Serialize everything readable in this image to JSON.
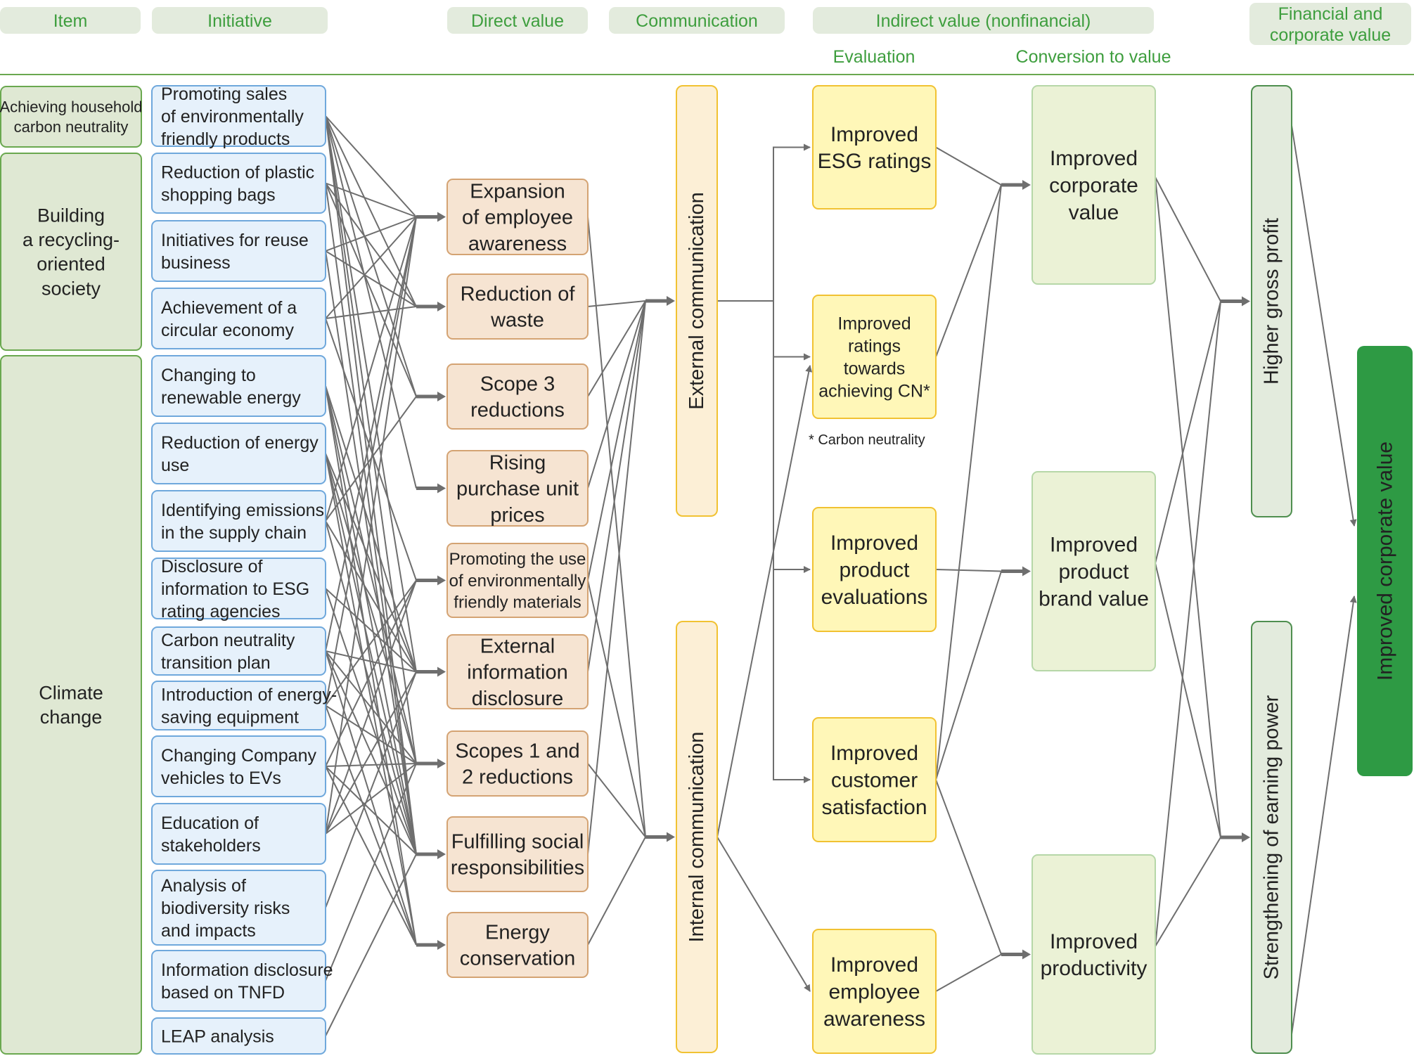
{
  "headers": {
    "item": "Item",
    "initiative": "Initiative",
    "direct_value": "Direct value",
    "communication": "Communication",
    "indirect_value": "Indirect value (nonfinancial)",
    "evaluation": "Evaluation",
    "conversion": "Conversion to value",
    "financial": [
      "Financial and",
      "corporate value"
    ]
  },
  "items": [
    {
      "id": "i1",
      "lines": [
        "Achieving household",
        "carbon neutrality"
      ]
    },
    {
      "id": "i2",
      "lines": [
        "Building",
        "a recycling-",
        "oriented",
        "society"
      ]
    },
    {
      "id": "i3",
      "lines": [
        "Climate",
        "change"
      ]
    }
  ],
  "initiatives": [
    {
      "id": "n1",
      "lines": [
        "Promoting sales",
        "of environmentally",
        "friendly products"
      ]
    },
    {
      "id": "n2",
      "lines": [
        "Reduction of plastic",
        "shopping bags"
      ]
    },
    {
      "id": "n3",
      "lines": [
        "Initiatives for reuse",
        "business"
      ]
    },
    {
      "id": "n4",
      "lines": [
        "Achievement of a",
        "circular economy"
      ]
    },
    {
      "id": "n5",
      "lines": [
        "Changing to",
        "renewable energy"
      ]
    },
    {
      "id": "n6",
      "lines": [
        "Reduction of energy",
        "use"
      ]
    },
    {
      "id": "n7",
      "lines": [
        "Identifying emissions",
        "in the supply chain"
      ]
    },
    {
      "id": "n8",
      "lines": [
        "Disclosure of",
        "information to ESG",
        "rating agencies"
      ]
    },
    {
      "id": "n9",
      "lines": [
        "Carbon neutrality",
        "transition plan"
      ]
    },
    {
      "id": "n10",
      "lines": [
        "Introduction of energy-",
        "saving equipment"
      ]
    },
    {
      "id": "n11",
      "lines": [
        "Changing Company",
        "vehicles to EVs"
      ]
    },
    {
      "id": "n12",
      "lines": [
        "Education of",
        "stakeholders"
      ]
    },
    {
      "id": "n13",
      "lines": [
        "Analysis of",
        "biodiversity risks",
        "and impacts"
      ]
    },
    {
      "id": "n14",
      "lines": [
        "Information disclosure",
        "based on TNFD"
      ]
    },
    {
      "id": "n15",
      "lines": [
        "LEAP analysis"
      ]
    }
  ],
  "direct_values": [
    {
      "id": "d1",
      "lines": [
        "Expansion",
        "of employee",
        "awareness"
      ]
    },
    {
      "id": "d2",
      "lines": [
        "Reduction of",
        "waste"
      ]
    },
    {
      "id": "d3",
      "lines": [
        "Scope 3",
        "reductions"
      ]
    },
    {
      "id": "d4",
      "lines": [
        "Rising",
        "purchase unit",
        "prices"
      ]
    },
    {
      "id": "d5",
      "lines": [
        "Promoting the use",
        "of environmentally",
        "friendly materials"
      ]
    },
    {
      "id": "d6",
      "lines": [
        "External",
        "information",
        "disclosure"
      ]
    },
    {
      "id": "d7",
      "lines": [
        "Scopes 1 and",
        "2 reductions"
      ]
    },
    {
      "id": "d8",
      "lines": [
        "Fulfilling social",
        "responsibilities"
      ]
    },
    {
      "id": "d9",
      "lines": [
        "Energy",
        "conservation"
      ]
    }
  ],
  "communication": [
    {
      "id": "c1",
      "label": "External communication"
    },
    {
      "id": "c2",
      "label": "Internal communication"
    }
  ],
  "evaluations": [
    {
      "id": "e1",
      "lines": [
        "Improved",
        "ESG ratings"
      ]
    },
    {
      "id": "e2",
      "lines": [
        "Improved",
        "ratings",
        "towards",
        "achieving CN*"
      ]
    },
    {
      "id": "e3",
      "lines": [
        "Improved",
        "product",
        "evaluations"
      ]
    },
    {
      "id": "e4",
      "lines": [
        "Improved",
        "customer",
        "satisfaction"
      ]
    },
    {
      "id": "e5",
      "lines": [
        "Improved",
        "employee",
        "awareness"
      ]
    }
  ],
  "footnote": "* Carbon neutrality",
  "conversions": [
    {
      "id": "v1",
      "lines": [
        "Improved",
        "corporate",
        "value"
      ]
    },
    {
      "id": "v2",
      "lines": [
        "Improved",
        "product",
        "brand value"
      ]
    },
    {
      "id": "v3",
      "lines": [
        "Improved",
        "productivity"
      ]
    }
  ],
  "financial": [
    {
      "id": "f1",
      "label": "Higher gross profit"
    },
    {
      "id": "f2",
      "label": "Strengthening of earning power"
    }
  ],
  "final": {
    "id": "z1",
    "label": "Improved corporate value"
  },
  "edges": [
    [
      "n1",
      "d1"
    ],
    [
      "n1",
      "d2"
    ],
    [
      "n1",
      "d3"
    ],
    [
      "n1",
      "d4"
    ],
    [
      "n1",
      "d6"
    ],
    [
      "n1",
      "d7"
    ],
    [
      "n1",
      "d8"
    ],
    [
      "n2",
      "d1"
    ],
    [
      "n2",
      "d2"
    ],
    [
      "n2",
      "d3"
    ],
    [
      "n2",
      "d8"
    ],
    [
      "n3",
      "d1"
    ],
    [
      "n3",
      "d2"
    ],
    [
      "n3",
      "d8"
    ],
    [
      "n4",
      "d1"
    ],
    [
      "n4",
      "d2"
    ],
    [
      "n4",
      "d5"
    ],
    [
      "n5",
      "d6"
    ],
    [
      "n5",
      "d7"
    ],
    [
      "n5",
      "d8"
    ],
    [
      "n5",
      "d9"
    ],
    [
      "n6",
      "d6"
    ],
    [
      "n6",
      "d7"
    ],
    [
      "n6",
      "d8"
    ],
    [
      "n6",
      "d9"
    ],
    [
      "n7",
      "d1"
    ],
    [
      "n7",
      "d3"
    ],
    [
      "n7",
      "d6"
    ],
    [
      "n7",
      "d8"
    ],
    [
      "n8",
      "d6"
    ],
    [
      "n8",
      "d8"
    ],
    [
      "n9",
      "d1"
    ],
    [
      "n9",
      "d6"
    ],
    [
      "n9",
      "d7"
    ],
    [
      "n9",
      "d8"
    ],
    [
      "n9",
      "d9"
    ],
    [
      "n10",
      "d1"
    ],
    [
      "n10",
      "d5"
    ],
    [
      "n10",
      "d7"
    ],
    [
      "n10",
      "d9"
    ],
    [
      "n11",
      "d5"
    ],
    [
      "n11",
      "d7"
    ],
    [
      "n11",
      "d8"
    ],
    [
      "n11",
      "d9"
    ],
    [
      "n12",
      "d1"
    ],
    [
      "n12",
      "d5"
    ],
    [
      "n12",
      "d6"
    ],
    [
      "n12",
      "d7"
    ],
    [
      "n13",
      "d6"
    ],
    [
      "n14",
      "d7"
    ],
    [
      "n15",
      "d8"
    ],
    [
      "d1",
      "c2"
    ],
    [
      "d2",
      "c1"
    ],
    [
      "d3",
      "c1"
    ],
    [
      "d4",
      "c1"
    ],
    [
      "d5",
      "c1"
    ],
    [
      "d5",
      "c2"
    ],
    [
      "d6",
      "c1"
    ],
    [
      "d7",
      "c2"
    ],
    [
      "d8",
      "c1"
    ],
    [
      "d9",
      "c2"
    ],
    [
      "c1",
      "e1"
    ],
    [
      "c1",
      "e2"
    ],
    [
      "c1",
      "e3"
    ],
    [
      "c1",
      "e4"
    ],
    [
      "c2",
      "e2"
    ],
    [
      "c2",
      "e5"
    ],
    [
      "e1",
      "v1"
    ],
    [
      "e2",
      "v1"
    ],
    [
      "e3",
      "v2"
    ],
    [
      "e4",
      "v1"
    ],
    [
      "e4",
      "v2"
    ],
    [
      "e4",
      "v3"
    ],
    [
      "e5",
      "v3"
    ],
    [
      "v1",
      "f1"
    ],
    [
      "v1",
      "f2"
    ],
    [
      "v2",
      "f1"
    ],
    [
      "v2",
      "f2"
    ],
    [
      "v3",
      "f1"
    ],
    [
      "v3",
      "f2"
    ],
    [
      "f1",
      "z1"
    ],
    [
      "f2",
      "z1"
    ]
  ],
  "colors": {
    "header_pill": "#e3ebdd",
    "header_text": "#3e9e3e",
    "item_fill": "#dfe8d3",
    "item_stroke": "#6aa84f",
    "initiative_fill": "#e6f1fb",
    "initiative_stroke": "#6fa8dc",
    "direct_fill": "#f6e4d2",
    "direct_stroke": "#d4a373",
    "comm_fill": "#fcefd6",
    "comm_stroke": "#f1c232",
    "eval_fill": "#fff7b8",
    "eval_stroke": "#f1c232",
    "conv_fill": "#ebf2d6",
    "conv_stroke": "#b6d7a8",
    "fin_fill": "#e3ebdd",
    "fin_stroke": "#4f8f4f",
    "final_fill": "#2e9a44",
    "final_text": "#ffffff",
    "edge": "#6e6e6e"
  }
}
